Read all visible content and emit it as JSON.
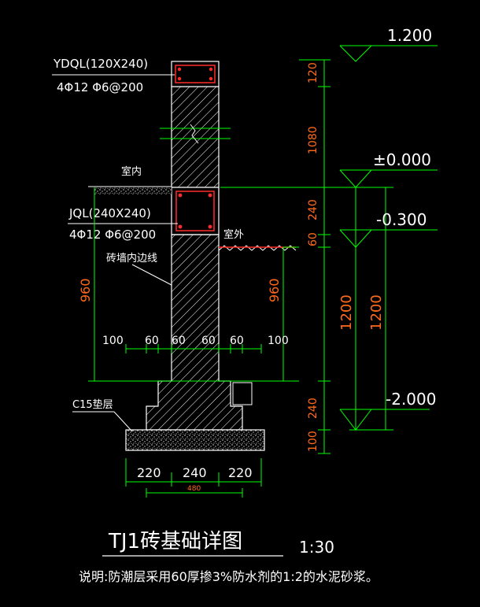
{
  "elevations": {
    "top": "1.200",
    "ground": "±0.000",
    "exterior": "-0.300",
    "bottom": "-2.000"
  },
  "beams": {
    "ydql": {
      "name": "YDQL(120X240)",
      "rebar": "4Φ12  Φ6@200"
    },
    "jql": {
      "name": "JQL(240X240)",
      "rebar": "4Φ12  Φ6@200"
    }
  },
  "labels": {
    "interior": "室内",
    "exterior": "室外",
    "wall_inner_line": "砖墙内边线",
    "cushion": "C15垫层"
  },
  "dims_vertical": {
    "seg_120": "120",
    "seg_1080": "1080",
    "seg_240_top": "240",
    "seg_60": "60",
    "seg_240_bottom": "240",
    "seg_100": "100",
    "left_960": "960",
    "mid_960": "960",
    "total_1200_a": "1200",
    "total_1200_b": "1200"
  },
  "dims_horizontal": {
    "step_a": "100",
    "step_b": "60",
    "step_c": "60",
    "step_d": "60",
    "step_e": "60",
    "step_f": "100",
    "base_left": "220",
    "base_mid": "240",
    "base_right": "220",
    "base_inner": "480"
  },
  "title": {
    "main": "TJ1砖基础详图",
    "scale": "1:30"
  },
  "note": "说明:防潮层采用60厚掺3%防水剂的1:2的水泥砂浆。",
  "colors": {
    "wall": "#ffffff",
    "dimension": "#00ff00",
    "dim_text_orange": "#ff6a1a",
    "rebar": "#ff2a2a",
    "cushion_fill": "#bfbfbf"
  }
}
